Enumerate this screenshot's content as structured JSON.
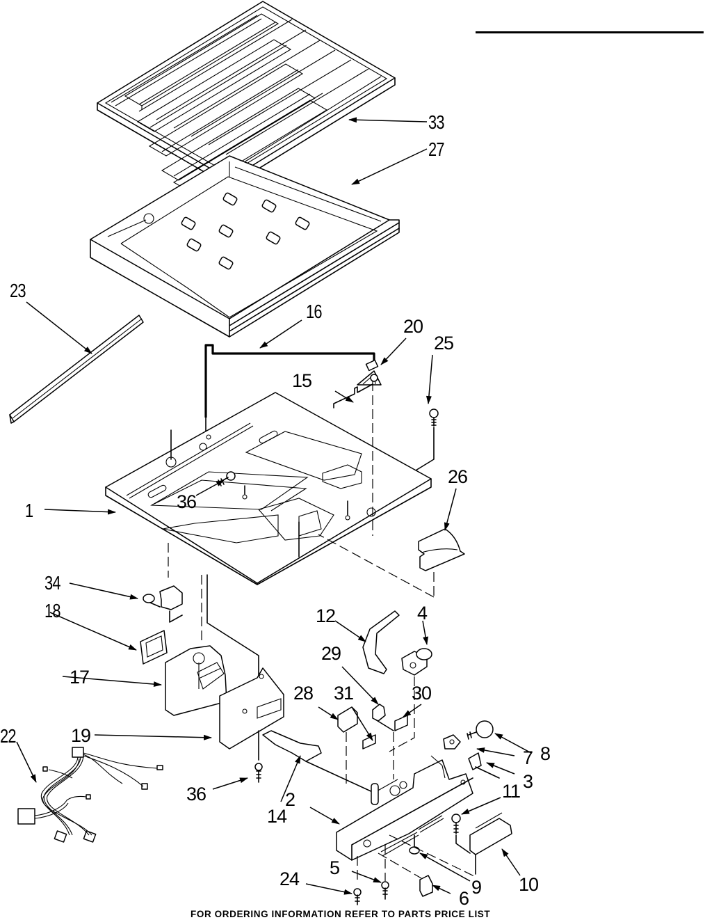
{
  "document": {
    "type": "exploded-parts-diagram",
    "footer_note": "FOR ORDERING INFORMATION REFER TO PARTS PRICE LIST"
  },
  "parts": [
    {
      "id": "33",
      "label": "33",
      "depicts": "crisper cover grille"
    },
    {
      "id": "27",
      "label": "27",
      "depicts": "cover frame"
    },
    {
      "id": "23",
      "label": "23",
      "depicts": "trim strip"
    },
    {
      "id": "16",
      "label": "16",
      "depicts": "wire/rod"
    },
    {
      "id": "20",
      "label": "20",
      "depicts": "bracket"
    },
    {
      "id": "25",
      "label": "25",
      "depicts": "screw"
    },
    {
      "id": "15",
      "label": "15",
      "depicts": "clip"
    },
    {
      "id": "1",
      "label": "1",
      "depicts": "control housing panel"
    },
    {
      "id": "36a",
      "label": "36",
      "depicts": "screw"
    },
    {
      "id": "26",
      "label": "26",
      "depicts": "light shield"
    },
    {
      "id": "34",
      "label": "34",
      "depicts": "knob"
    },
    {
      "id": "18",
      "label": "18",
      "depicts": "bezel"
    },
    {
      "id": "12",
      "label": "12",
      "depicts": "arm"
    },
    {
      "id": "4",
      "label": "4",
      "depicts": "knob"
    },
    {
      "id": "17",
      "label": "17",
      "depicts": "thermostat"
    },
    {
      "id": "29",
      "label": "29",
      "depicts": "switch bracket"
    },
    {
      "id": "28",
      "label": "28",
      "depicts": "clip"
    },
    {
      "id": "31",
      "label": "31",
      "depicts": "label"
    },
    {
      "id": "30",
      "label": "30",
      "depicts": "label"
    },
    {
      "id": "19",
      "label": "19",
      "depicts": "control"
    },
    {
      "id": "22",
      "label": "22",
      "depicts": "wire harness"
    },
    {
      "id": "8",
      "label": "8",
      "depicts": "light bulb"
    },
    {
      "id": "7",
      "label": "7",
      "depicts": "socket"
    },
    {
      "id": "3",
      "label": "3",
      "depicts": "switch"
    },
    {
      "id": "36b",
      "label": "36",
      "depicts": "screw"
    },
    {
      "id": "14",
      "label": "14",
      "depicts": "bracket"
    },
    {
      "id": "2",
      "label": "2",
      "depicts": "mounting bracket"
    },
    {
      "id": "11",
      "label": "11",
      "depicts": "screw"
    },
    {
      "id": "10",
      "label": "10",
      "depicts": "switch assembly"
    },
    {
      "id": "5",
      "label": "5",
      "depicts": "screw"
    },
    {
      "id": "24",
      "label": "24",
      "depicts": "screw"
    },
    {
      "id": "6",
      "label": "6",
      "depicts": "switch"
    },
    {
      "id": "9",
      "label": "9",
      "depicts": "nut"
    }
  ]
}
